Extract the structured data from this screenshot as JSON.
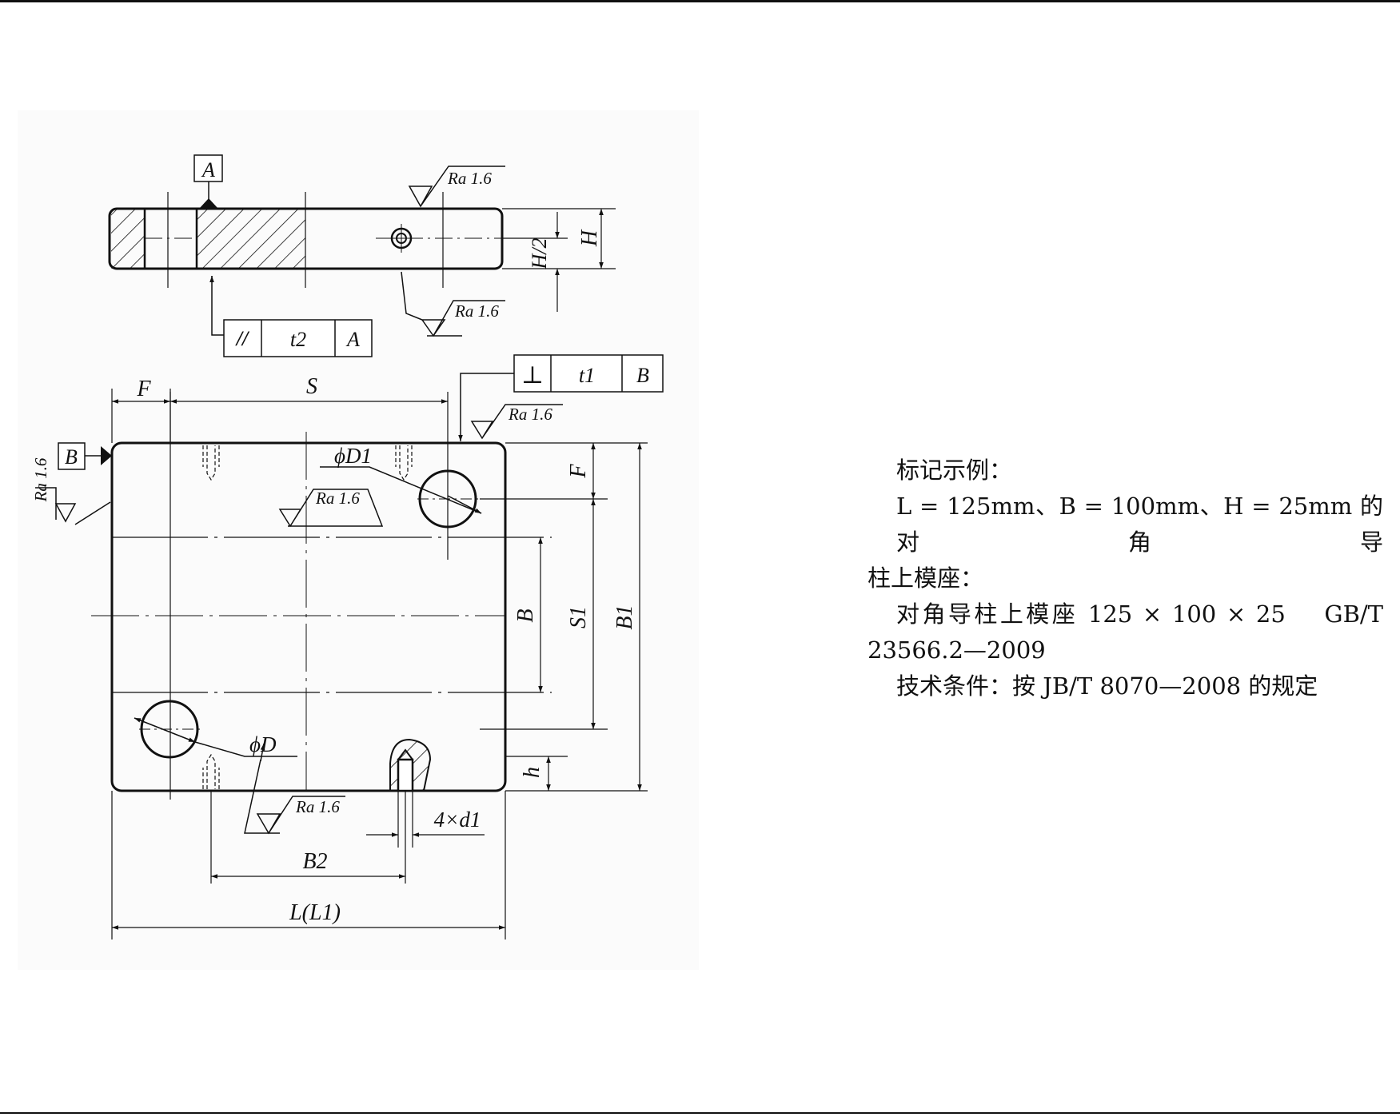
{
  "drawing": {
    "datum_a": "A",
    "datum_b": "B",
    "roughness": "Ra 1.6",
    "parallelism_frame": {
      "symbol": "//",
      "tolerance": "t2",
      "datum": "A"
    },
    "perpendicularity_frame": {
      "symbol": "⊥",
      "tolerance": "t1",
      "datum": "B"
    },
    "dims": {
      "F": "F",
      "S": "S",
      "H": "H",
      "H_half": "H/2",
      "B": "B",
      "S1": "S1",
      "B1": "B1",
      "h": "h",
      "phiD1": "ϕD1",
      "phiD": "ϕD",
      "four_d1": "4×d1",
      "B2": "B2",
      "L_L1": "L(L1)"
    }
  },
  "notes": {
    "heading": "标记示例：",
    "example_line1": "L = 125mm、B = 100mm、H = 25mm 的对角导",
    "example_line2": "柱上模座：",
    "marking_line1": "对角导柱上模座 125 × 100 × 25　 GB/T",
    "marking_line2": "23566.2—2009",
    "conditions": "技术条件：按 JB/T 8070—2008 的规定"
  }
}
